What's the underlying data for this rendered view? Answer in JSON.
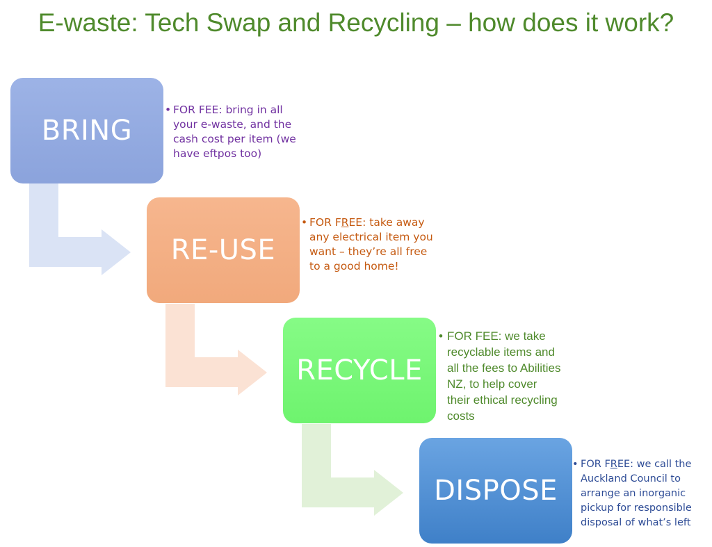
{
  "title": "E-waste: Tech Swap and Recycling – how does it work?",
  "steps": [
    {
      "label": "BRING",
      "bullet": "•",
      "note_lines": [
        "FOR FEE: bring  in all",
        "your e-waste, and the",
        "cash cost per item (we",
        "have eftpos too)"
      ]
    },
    {
      "label": "RE-USE",
      "bullet": "•",
      "note_pre": "FOR F",
      "note_underline": "R",
      "note_post": "EE: take away",
      "note_lines": [
        "any electrical item you",
        "want – they’re all free",
        "to a good home!"
      ]
    },
    {
      "label": "RECYCLE",
      "bullet": "•",
      "note_lines": [
        "FOR FEE: we take",
        "recyclable items and",
        "all the fees to Abilities",
        "NZ, to help cover",
        "their ethical recycling",
        "costs"
      ]
    },
    {
      "label": "DISPOSE",
      "bullet": "•",
      "note_pre": "FOR F",
      "note_underline": "R",
      "note_post": "EE: we call the",
      "note_lines": [
        "Auckland Council to",
        "arrange an inorganic",
        "pickup for responsible",
        "disposal of what’s left"
      ]
    }
  ],
  "colors": {
    "title": "#4f8a2c",
    "bring": "#8ba3dc",
    "reuse": "#f1a97c",
    "recycle": "#6ef36e",
    "dispose": "#3f80c8",
    "arrow_bring": "#dae3f5",
    "arrow_reuse": "#fbe2d4",
    "arrow_recycle": "#e1f1d8"
  }
}
